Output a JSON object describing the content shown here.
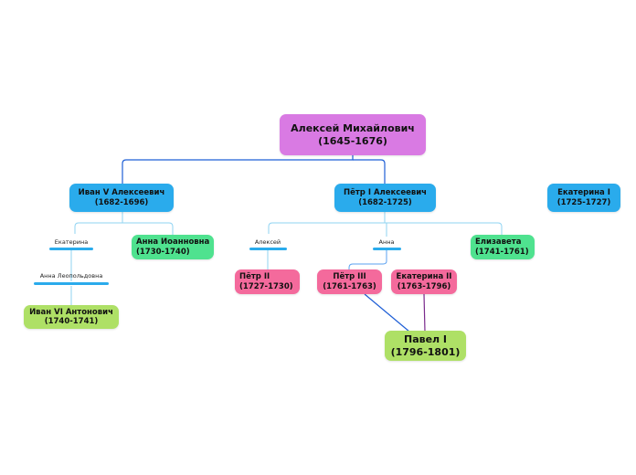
{
  "nodes": {
    "aleksey_mikhailovich": {
      "name": "Алексей Михайлович",
      "years": "(1645-1676)"
    },
    "ivan_v": {
      "name": "Иван V Алексеевич",
      "years": "(1682-1696)"
    },
    "petr_i": {
      "name": "Пётр I Алексеевич",
      "years": "(1682-1725)"
    },
    "ekaterina_i": {
      "name": "Екатерина I",
      "years": "(1725-1727)"
    },
    "anna_ioannovna": {
      "name": "Анна Иоанновна",
      "years": "(1730-1740)"
    },
    "ivan_vi": {
      "name": "Иван VI Антонович",
      "years": "(1740-1741)"
    },
    "petr_ii": {
      "name": "Пётр II",
      "years": "(1727-1730)"
    },
    "petr_iii": {
      "name": "Пётр III",
      "years": "(1761-1763)"
    },
    "ekaterina_ii": {
      "name": "Екатерина II",
      "years": "(1763-1796)"
    },
    "elizaveta": {
      "name": "Елизавета",
      "years": "(1741-1761)"
    },
    "pavel_i": {
      "name": "Павел I",
      "years": "(1796-1801)"
    }
  },
  "labels": {
    "ekaterina": "Екатерина",
    "anna_leopoldovna": "Анна Леопольдовна",
    "aleksey": "Алексей",
    "anna": "Анна"
  },
  "colors": {
    "root": "#d97ae3",
    "ruler_blue": "#2aabec",
    "ruler_green": "#4fe28f",
    "ruler_lime": "#aee066",
    "ruler_pink": "#f46a9c"
  }
}
